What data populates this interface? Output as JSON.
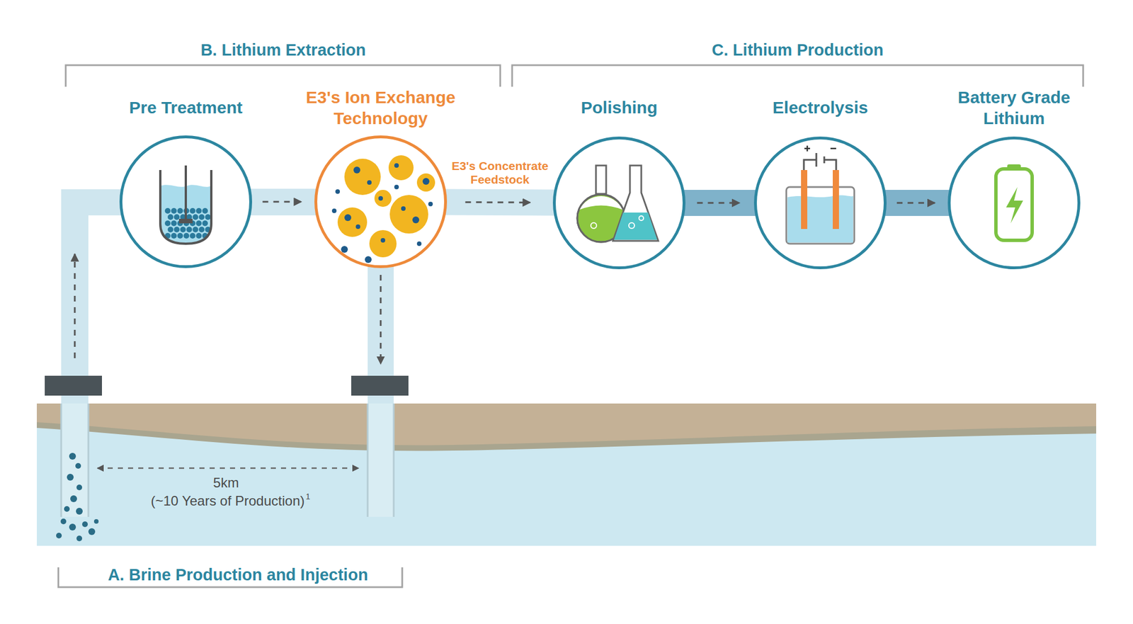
{
  "diagram": {
    "nodes": [
      {
        "text": [
          "Pre Treatment"
        ]
      },
      {
        "text": [
          "E3's Ion Exchange Technology"
        ]
      },
      {
        "text": [
          "Polishing"
        ]
      },
      {
        "text": [
          "Electrolysis"
        ]
      },
      {
        "text": [
          "Battery Grade Lithium"
        ]
      }
    ],
    "edges": [
      {
        "from": 0,
        "to": 1,
        "arrow": "to"
      },
      {
        "from": 1,
        "to": 2,
        "label": "E3's Concentrate Feedstock",
        "arrow": "to"
      },
      {
        "from": 2,
        "to": 3,
        "arrow": "to"
      },
      {
        "from": 3,
        "to": 4,
        "arrow": "to"
      }
    ],
    "labels": [
      "B. Lithium Extraction",
      "C. Lithium Production",
      "A. Brine Production and Injection",
      "5km",
      "(~10 Years of Production)",
      "1"
    ]
  }
}
